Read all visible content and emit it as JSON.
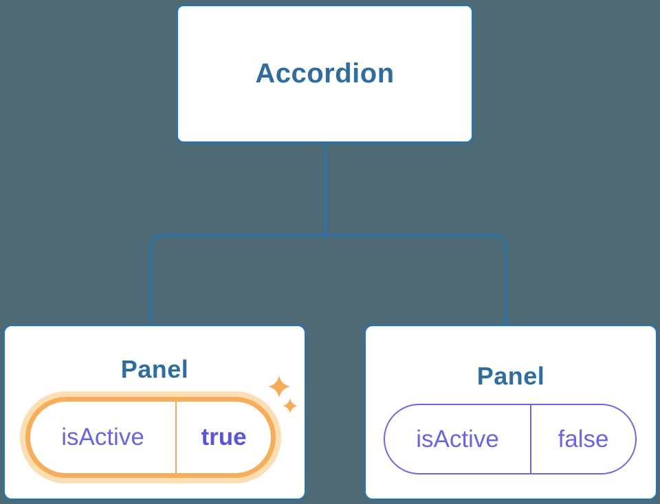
{
  "colors": {
    "background": "#4d6973",
    "connector_line": "#2e73a5",
    "node_border": "#2e73a5",
    "node_fill": "#ffffff",
    "heading_text": "#2f6d9e",
    "prop_text": "#6965dc",
    "prop_value_active_text": "#5a57d4",
    "highlight_border": "#f6ae5d",
    "highlight_halo": "#fbdfb2",
    "sparkle": "#f5ac56"
  },
  "tree": {
    "root": {
      "label": "Accordion"
    },
    "panels": [
      {
        "label": "Panel",
        "prop_name": "isActive",
        "prop_value": "true",
        "highlighted": true
      },
      {
        "label": "Panel",
        "prop_name": "isActive",
        "prop_value": "false",
        "highlighted": false
      }
    ]
  }
}
